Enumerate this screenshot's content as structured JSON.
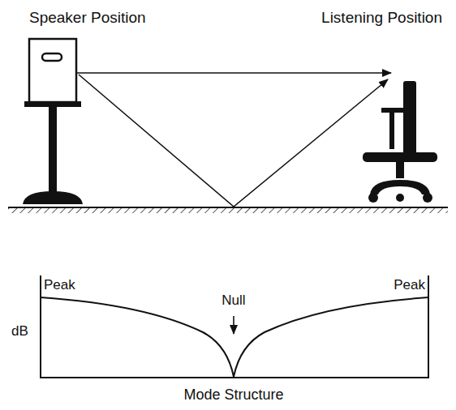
{
  "diagram": {
    "labels": [
      "Speaker Position",
      "Listening Position",
      "Peak",
      "Null",
      "Peak",
      "dB",
      "Mode Structure"
    ]
  }
}
